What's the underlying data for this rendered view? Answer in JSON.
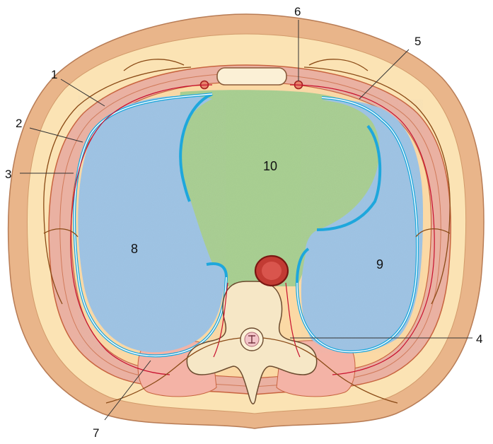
{
  "figure": {
    "type": "anatomical cross-section",
    "colors": {
      "skin": "#e9b58a",
      "subcutaneous": "#fbe3b4",
      "muscle": "#eab1a2",
      "fascia_line": "#c8643f",
      "pleura": "#1ea7dc",
      "lung": "#9fc4e4",
      "mediastinum": "#a9cf92",
      "vertebra": "#f6e7c6",
      "aorta": "#c23b33",
      "nerve": "#8a4a16",
      "vessel": "#c8102e"
    },
    "callouts": [
      {
        "id": "c1",
        "text": "1"
      },
      {
        "id": "c2",
        "text": "2"
      },
      {
        "id": "c3",
        "text": "3"
      },
      {
        "id": "c4",
        "text": "4"
      },
      {
        "id": "c5",
        "text": "5"
      },
      {
        "id": "c6",
        "text": "6"
      },
      {
        "id": "c7",
        "text": "7"
      }
    ],
    "region_labels": [
      {
        "id": "r8",
        "text": "8"
      },
      {
        "id": "r9",
        "text": "9"
      },
      {
        "id": "r10",
        "text": "10"
      }
    ]
  }
}
